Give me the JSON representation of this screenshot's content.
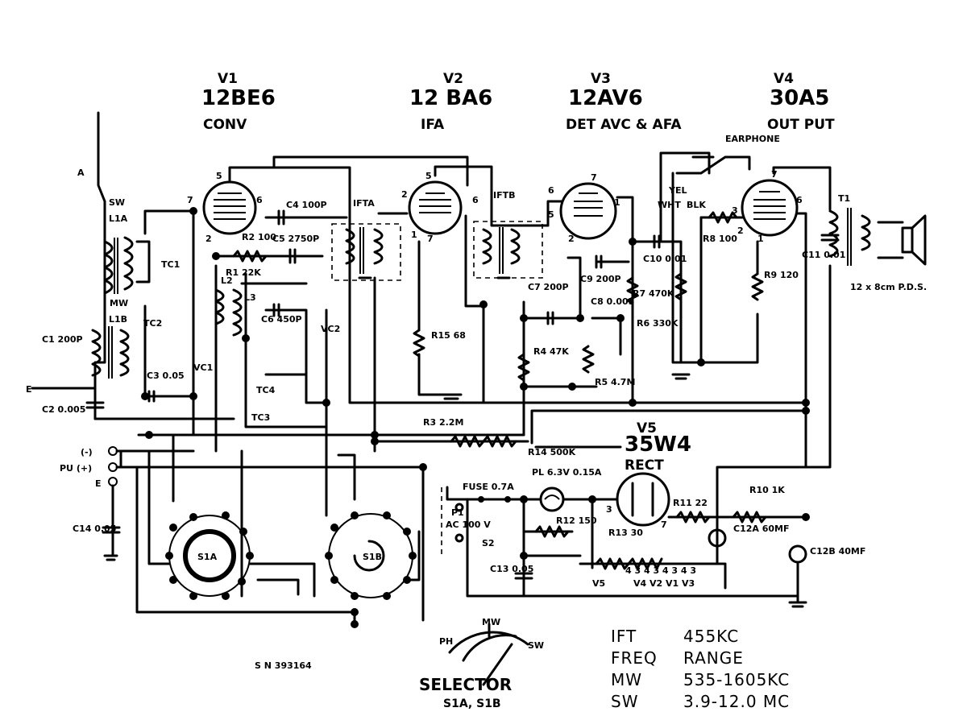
{
  "tubes": [
    {
      "ref": "V1",
      "type": "12BE6",
      "function": "CONV"
    },
    {
      "ref": "V2",
      "type": "12 BA6",
      "function": "IFA"
    },
    {
      "ref": "V3",
      "type": "12AV6",
      "function": "DET AVC & AFA"
    },
    {
      "ref": "V4",
      "type": "30A5",
      "function": "OUT PUT"
    },
    {
      "ref": "V5",
      "type": "35W4",
      "function": "RECT"
    }
  ],
  "labels": {
    "earphone": "EARPHONE",
    "antenna": "A",
    "ground": "E",
    "sw": "SW",
    "mw": "MW",
    "l1a": "L1A",
    "l1b": "L1B",
    "l2": "L2",
    "l3": "L3",
    "ifta": "IFTA",
    "iftb": "IFTB",
    "t1": "T1",
    "speaker": "12 x 8cm P.D.S.",
    "pu_minus": "(-)",
    "pu_plus": "PU (+)",
    "pu_e": "E",
    "fuse": "FUSE 0.7A",
    "pilot": "PL 6.3V 0.15A",
    "ac": "AC 100 V",
    "p1": "P1",
    "s2": "S2",
    "serial": "S N 393164",
    "wht": "WHT",
    "yel": "YEL",
    "blk": "BLK",
    "s1a": "S1A",
    "s1b": "S1B",
    "heater_chain": "4 3 4 3 4 3 4 3",
    "heater_tubes": "V4 V2 V1 V3",
    "heater_v5": "V5"
  },
  "components": {
    "C1": "C1 200P",
    "C2": "C2 0.005",
    "C3": "C3 0.05",
    "C4": "C4 100P",
    "C5": "C5 2750P",
    "C6": "C6 450P",
    "C7": "C7 200P",
    "C8": "C8 0.005",
    "C9": "C9 200P",
    "C10": "C10 0.01",
    "C11": "C11 0.01",
    "C12A": "C12A 60MF",
    "C12B": "C12B 40MF",
    "C13": "C13 0.05",
    "C14": "C14 0.05",
    "R1": "R1 22K",
    "R2": "R2 100",
    "R3": "R3 2.2M",
    "R4": "R4 47K",
    "R5": "R5 4.7M",
    "R6": "R6 330K",
    "R7": "R7 470K",
    "R8": "R8 100",
    "R9": "R9 120",
    "R10": "R10 1K",
    "R11": "R11 22",
    "R12": "R12 150",
    "R13": "R13 30",
    "R14": "R14 500K",
    "R15": "R15 68",
    "TC1": "TC1",
    "TC2": "TC2",
    "TC3": "TC3",
    "TC4": "TC4",
    "VC1": "VC1",
    "VC2": "VC2"
  },
  "selector": {
    "title": "SELECTOR",
    "sub": "S1A, S1B",
    "positions": [
      "PH",
      "MW",
      "SW"
    ]
  },
  "specs": [
    {
      "label": "IFT",
      "value": "455KC"
    },
    {
      "label": "FREQ",
      "value": "RANGE"
    },
    {
      "label": "MW",
      "value": "535-1605KC"
    },
    {
      "label": "SW",
      "value": "3.9-12.0 MC"
    }
  ]
}
